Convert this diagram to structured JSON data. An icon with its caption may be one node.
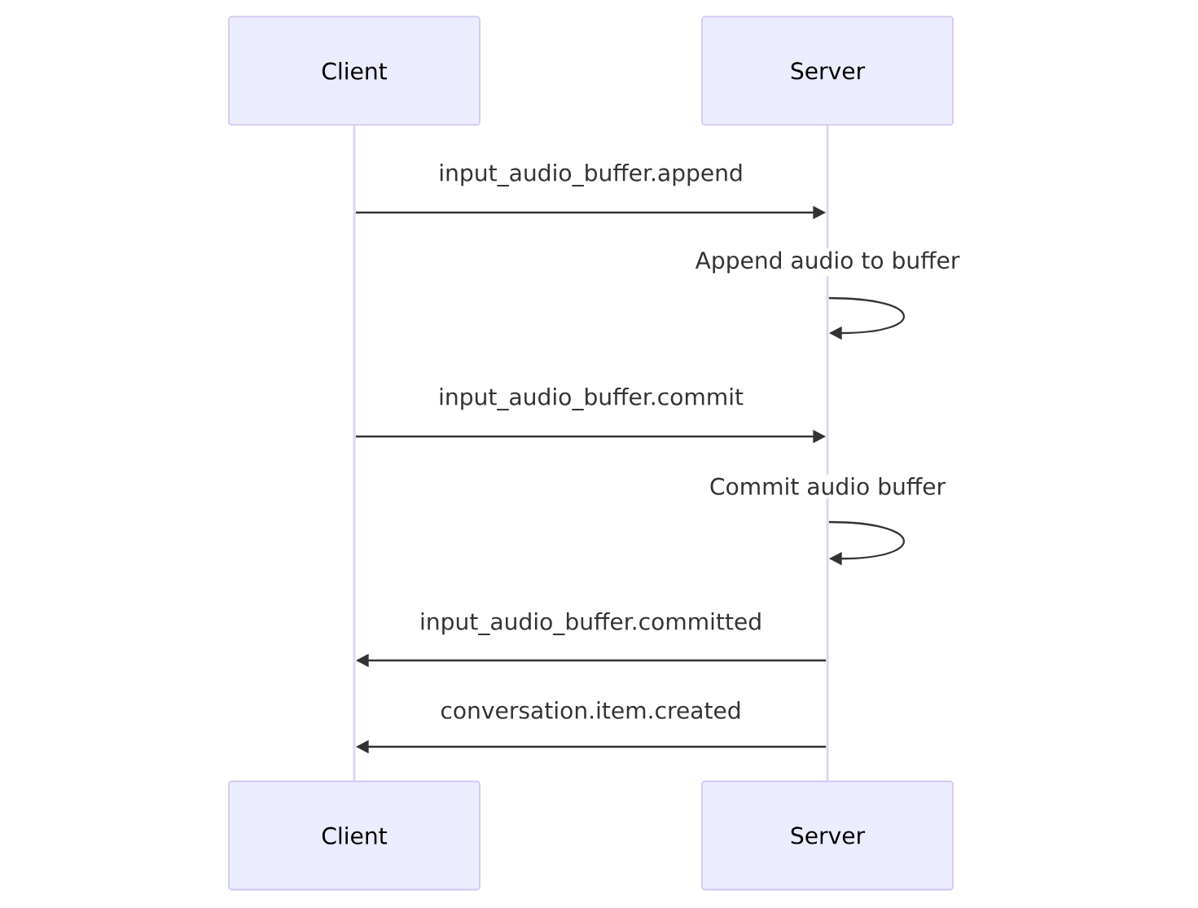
{
  "diagram": {
    "nodes": [
      {
        "text": [
          "Client"
        ]
      },
      {
        "text": [
          "Server"
        ]
      },
      {
        "text": [],
        "shape": "bar"
      },
      {
        "text": [],
        "shape": "bar"
      },
      {
        "text": [
          "Client"
        ]
      },
      {
        "text": [
          "Server"
        ]
      }
    ],
    "edges": [
      {
        "from": 2,
        "to": 3,
        "arrow": "to",
        "label": "input_audio_buffer.append"
      },
      {
        "from": 3,
        "to": 3,
        "arrow": "to",
        "label": "Append audio to buffer"
      },
      {
        "from": 2,
        "to": 3,
        "arrow": "to",
        "label": "input_audio_buffer.commit"
      },
      {
        "from": 3,
        "to": 3,
        "arrow": "to",
        "label": "Commit audio buffer"
      },
      {
        "from": 3,
        "to": 2,
        "arrow": "to",
        "label": "input_audio_buffer.committed"
      },
      {
        "from": 3,
        "to": 2,
        "arrow": "to",
        "label": "conversation.item.created"
      }
    ]
  }
}
